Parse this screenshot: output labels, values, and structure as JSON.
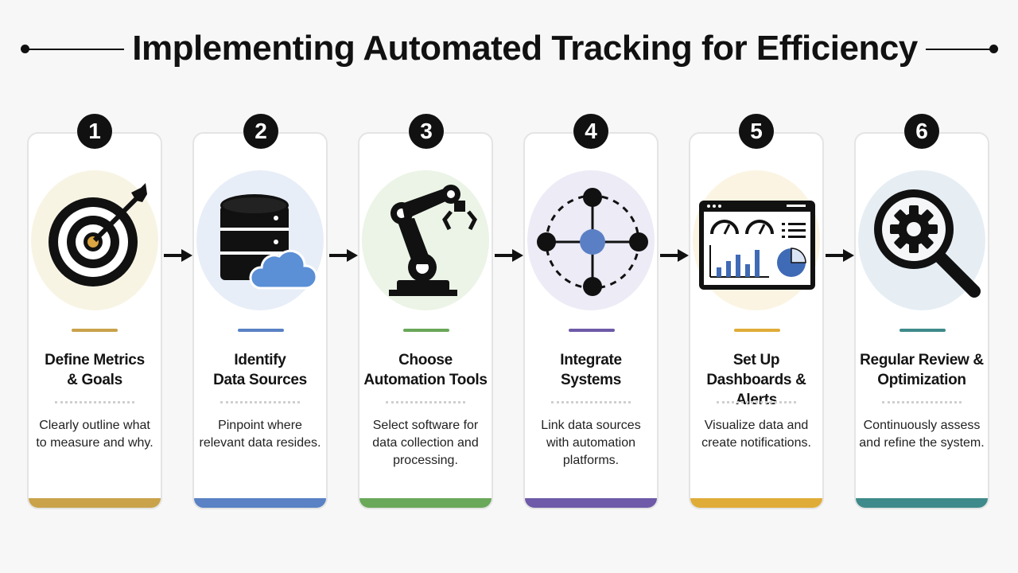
{
  "header": {
    "title": "Implementing Automated Tracking for Efficiency"
  },
  "steps": [
    {
      "number": "1",
      "title_line1": "Define Metrics",
      "title_line2": "& Goals",
      "desc_line1": "Clearly outline what",
      "desc_line2": "to measure and why.",
      "desc_line3": "",
      "icon": "target-icon",
      "accent_color": "#c9a24a",
      "circle_color": "#f8f4e4"
    },
    {
      "number": "2",
      "title_line1": "Identify",
      "title_line2": "Data Sources",
      "desc_line1": "Pinpoint where",
      "desc_line2": "relevant data resides.",
      "desc_line3": "",
      "icon": "database-cloud-icon",
      "accent_color": "#5a82c4",
      "circle_color": "#e8eef7"
    },
    {
      "number": "3",
      "title_line1": "Choose",
      "title_line2": "Automation Tools",
      "desc_line1": "Select software for",
      "desc_line2": "data collection and",
      "desc_line3": "processing.",
      "icon": "robot-arm-icon",
      "accent_color": "#6aa85a",
      "circle_color": "#ebf4e6"
    },
    {
      "number": "4",
      "title_line1": "Integrate",
      "title_line2": "Systems",
      "desc_line1": "Link data sources",
      "desc_line2": "with automation",
      "desc_line3": "platforms.",
      "icon": "network-hub-icon",
      "accent_color": "#6e5aa8",
      "circle_color": "#ecebf6"
    },
    {
      "number": "5",
      "title_line1": "Set Up",
      "title_line2": "Dashboards & Alerts",
      "desc_line1": "Visualize data and",
      "desc_line2": "create notifications.",
      "desc_line3": "",
      "icon": "dashboard-icon",
      "accent_color": "#e0ac38",
      "circle_color": "#fbf4e2"
    },
    {
      "number": "6",
      "title_line1": "Regular Review &",
      "title_line2": "Optimization",
      "desc_line1": "Continuously assess",
      "desc_line2": "and refine the system.",
      "desc_line3": "",
      "icon": "magnifier-gear-icon",
      "accent_color": "#3f8a8a",
      "circle_color": "#e6eef4"
    }
  ],
  "flow_arrows": 5
}
